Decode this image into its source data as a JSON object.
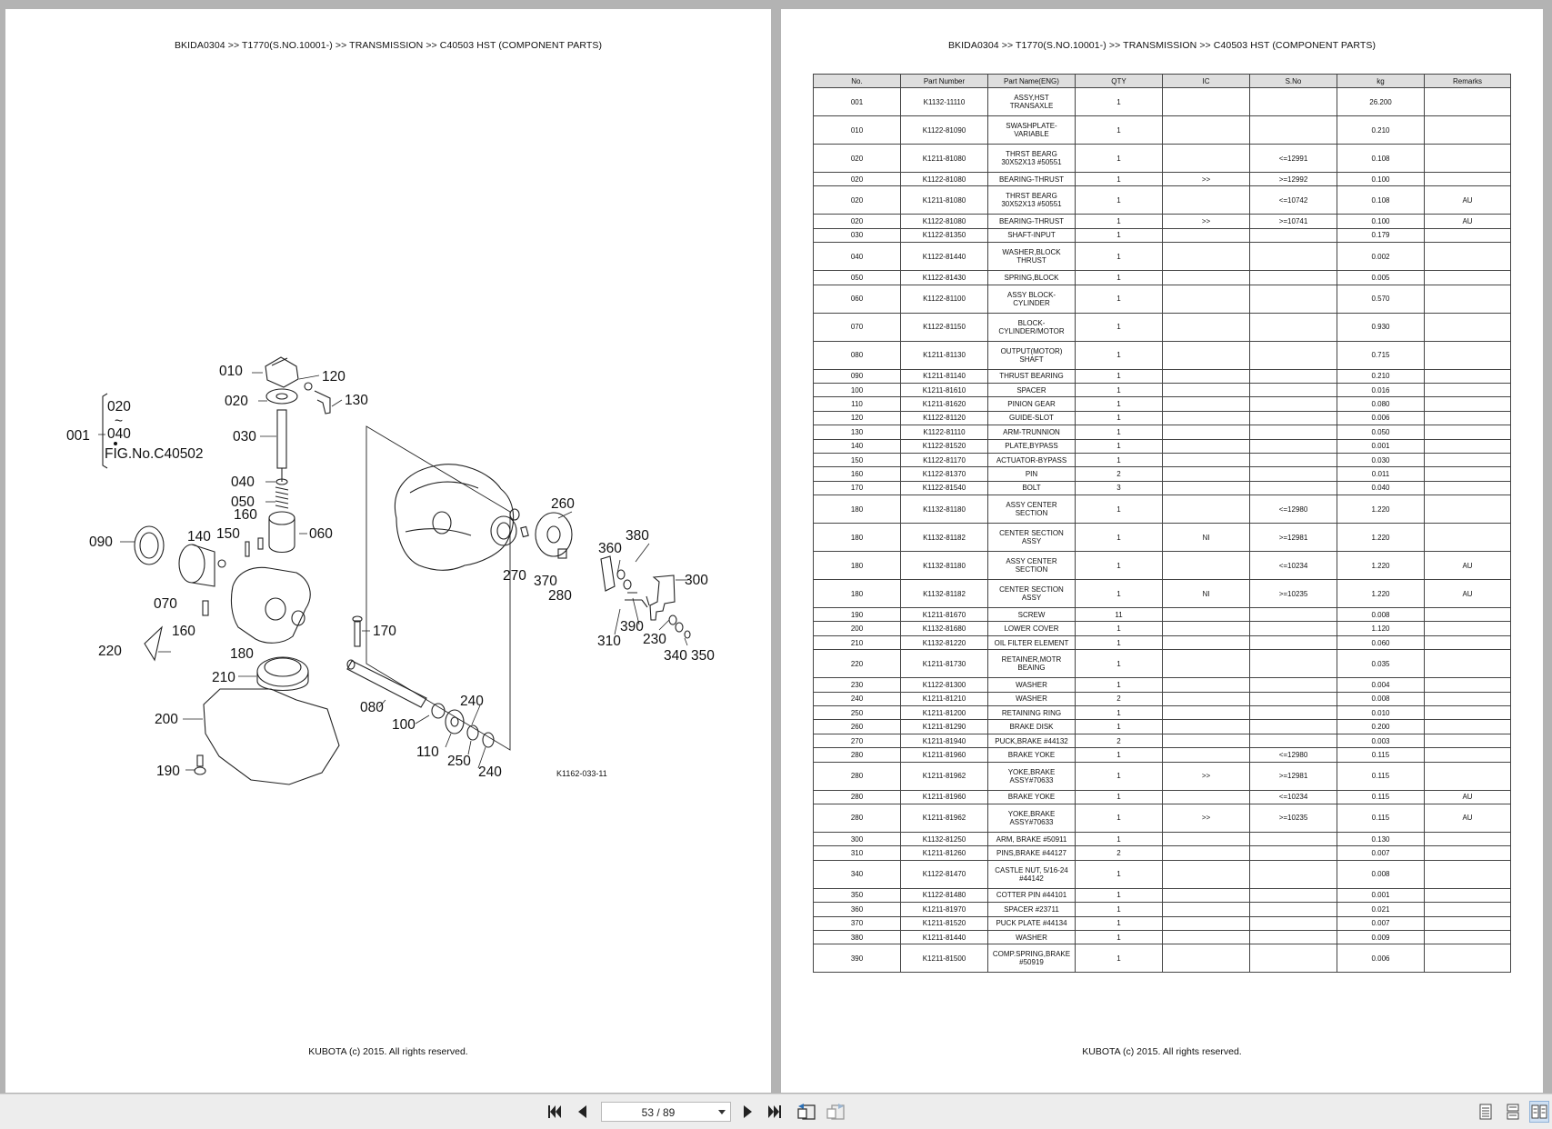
{
  "document": {
    "breadcrumb": "BKIDA0304 >> T1770(S.NO.10001-) >> TRANSMISSION >> C40503   HST (COMPONENT PARTS)",
    "footer": "KUBOTA (c) 2015. All rights reserved."
  },
  "diagram": {
    "group_top": "020",
    "group_tilde": "~",
    "group_bottom": "040",
    "group_ref": "001",
    "fig_ref": "FIG.No.C40502",
    "drawing_code": "K1162-033-11",
    "callouts": [
      "010",
      "120",
      "020",
      "130",
      "030",
      "040",
      "050",
      "160",
      "060",
      "090",
      "140",
      "150",
      "070",
      "160",
      "220",
      "180",
      "170",
      "210",
      "080",
      "200",
      "100",
      "240",
      "110",
      "250",
      "240",
      "190",
      "260",
      "380",
      "360",
      "300",
      "270",
      "370",
      "280",
      "390",
      "310",
      "230",
      "340",
      "350"
    ]
  },
  "table": {
    "columns": [
      "No.",
      "Part Number",
      "Part Name(ENG)",
      "QTY",
      "IC",
      "S.No",
      "kg",
      "Remarks"
    ],
    "rows": [
      [
        "001",
        "K1132-11110",
        "ASSY,HST\nTRANSAXLE",
        "1",
        "",
        "",
        "26.200",
        ""
      ],
      [
        "010",
        "K1122-81090",
        "SWASHPLATE-\nVARIABLE",
        "1",
        "",
        "",
        "0.210",
        ""
      ],
      [
        "020",
        "K1211-81080",
        "THRST BEARG\n30X52X13 #50551",
        "1",
        "",
        "<=12991",
        "0.108",
        ""
      ],
      [
        "020",
        "K1122-81080",
        "BEARING-THRUST",
        "1",
        ">>",
        ">=12992",
        "0.100",
        ""
      ],
      [
        "020",
        "K1211-81080",
        "THRST BEARG\n30X52X13 #50551",
        "1",
        "",
        "<=10742",
        "0.108",
        "AU"
      ],
      [
        "020",
        "K1122-81080",
        "BEARING-THRUST",
        "1",
        ">>",
        ">=10741",
        "0.100",
        "AU"
      ],
      [
        "030",
        "K1122-81350",
        "SHAFT-INPUT",
        "1",
        "",
        "",
        "0.179",
        ""
      ],
      [
        "040",
        "K1122-81440",
        "WASHER,BLOCK\nTHRUST",
        "1",
        "",
        "",
        "0.002",
        ""
      ],
      [
        "050",
        "K1122-81430",
        "SPRING,BLOCK",
        "1",
        "",
        "",
        "0.005",
        ""
      ],
      [
        "060",
        "K1122-81100",
        "ASSY BLOCK-\nCYLINDER",
        "1",
        "",
        "",
        "0.570",
        ""
      ],
      [
        "070",
        "K1122-81150",
        "BLOCK-\nCYLINDER/MOTOR",
        "1",
        "",
        "",
        "0.930",
        ""
      ],
      [
        "080",
        "K1211-81130",
        "OUTPUT(MOTOR)\nSHAFT",
        "1",
        "",
        "",
        "0.715",
        ""
      ],
      [
        "090",
        "K1211-81140",
        "THRUST BEARING",
        "1",
        "",
        "",
        "0.210",
        ""
      ],
      [
        "100",
        "K1211-81610",
        "SPACER",
        "1",
        "",
        "",
        "0.016",
        ""
      ],
      [
        "110",
        "K1211-81620",
        "PINION GEAR",
        "1",
        "",
        "",
        "0.080",
        ""
      ],
      [
        "120",
        "K1122-81120",
        "GUIDE-SLOT",
        "1",
        "",
        "",
        "0.006",
        ""
      ],
      [
        "130",
        "K1122-81110",
        "ARM-TRUNNION",
        "1",
        "",
        "",
        "0.050",
        ""
      ],
      [
        "140",
        "K1122-81520",
        "PLATE,BYPASS",
        "1",
        "",
        "",
        "0.001",
        ""
      ],
      [
        "150",
        "K1122-81170",
        "ACTUATOR-BYPASS",
        "1",
        "",
        "",
        "0.030",
        ""
      ],
      [
        "160",
        "K1122-81370",
        "PIN",
        "2",
        "",
        "",
        "0.011",
        ""
      ],
      [
        "170",
        "K1122-81540",
        "BOLT",
        "3",
        "",
        "",
        "0.040",
        ""
      ],
      [
        "180",
        "K1132-81180",
        "ASSY CENTER\nSECTION",
        "1",
        "",
        "<=12980",
        "1.220",
        ""
      ],
      [
        "180",
        "K1132-81182",
        "CENTER SECTION\nASSY",
        "1",
        "NI",
        ">=12981",
        "1.220",
        ""
      ],
      [
        "180",
        "K1132-81180",
        "ASSY CENTER\nSECTION",
        "1",
        "",
        "<=10234",
        "1.220",
        "AU"
      ],
      [
        "180",
        "K1132-81182",
        "CENTER SECTION\nASSY",
        "1",
        "NI",
        ">=10235",
        "1.220",
        "AU"
      ],
      [
        "190",
        "K1211-81670",
        "SCREW",
        "11",
        "",
        "",
        "0.008",
        ""
      ],
      [
        "200",
        "K1132-81680",
        "LOWER COVER",
        "1",
        "",
        "",
        "1.120",
        ""
      ],
      [
        "210",
        "K1132-81220",
        "OIL FILTER ELEMENT",
        "1",
        "",
        "",
        "0.060",
        ""
      ],
      [
        "220",
        "K1211-81730",
        "RETAINER,MOTR\nBEAING",
        "1",
        "",
        "",
        "0.035",
        ""
      ],
      [
        "230",
        "K1122-81300",
        "WASHER",
        "1",
        "",
        "",
        "0.004",
        ""
      ],
      [
        "240",
        "K1211-81210",
        "WASHER",
        "2",
        "",
        "",
        "0.008",
        ""
      ],
      [
        "250",
        "K1211-81200",
        "RETAINING RING",
        "1",
        "",
        "",
        "0.010",
        ""
      ],
      [
        "260",
        "K1211-81290",
        "BRAKE DISK",
        "1",
        "",
        "",
        "0.200",
        ""
      ],
      [
        "270",
        "K1211-81940",
        "PUCK,BRAKE #44132",
        "2",
        "",
        "",
        "0.003",
        ""
      ],
      [
        "280",
        "K1211-81960",
        "BRAKE YOKE",
        "1",
        "",
        "<=12980",
        "0.115",
        ""
      ],
      [
        "280",
        "K1211-81962",
        "YOKE,BRAKE\nASSY#70633",
        "1",
        ">>",
        ">=12981",
        "0.115",
        ""
      ],
      [
        "280",
        "K1211-81960",
        "BRAKE YOKE",
        "1",
        "",
        "<=10234",
        "0.115",
        "AU"
      ],
      [
        "280",
        "K1211-81962",
        "YOKE,BRAKE\nASSY#70633",
        "1",
        ">>",
        ">=10235",
        "0.115",
        "AU"
      ],
      [
        "300",
        "K1132-81250",
        "ARM, BRAKE #50911",
        "1",
        "",
        "",
        "0.130",
        ""
      ],
      [
        "310",
        "K1211-81260",
        "PINS,BRAKE #44127",
        "2",
        "",
        "",
        "0.007",
        ""
      ],
      [
        "340",
        "K1122-81470",
        "CASTLE NUT, 5/16-24\n#44142",
        "1",
        "",
        "",
        "0.008",
        ""
      ],
      [
        "350",
        "K1122-81480",
        "COTTER PIN #44101",
        "1",
        "",
        "",
        "0.001",
        ""
      ],
      [
        "360",
        "K1211-81970",
        "SPACER #23711",
        "1",
        "",
        "",
        "0.021",
        ""
      ],
      [
        "370",
        "K1211-81520",
        "PUCK PLATE #44134",
        "1",
        "",
        "",
        "0.007",
        ""
      ],
      [
        "380",
        "K1211-81440",
        "WASHER",
        "1",
        "",
        "",
        "0.009",
        ""
      ],
      [
        "390",
        "K1211-81500",
        "COMP.SPRING,BRAKE\n#50919",
        "1",
        "",
        "",
        "0.006",
        ""
      ]
    ]
  },
  "viewer": {
    "page_indicator": "53 / 89",
    "buttons": [
      {
        "name": "first-page-button",
        "icon": "first-page-icon"
      },
      {
        "name": "prev-page-button",
        "icon": "prev-page-icon"
      },
      {
        "name": "next-page-button",
        "icon": "next-page-icon"
      },
      {
        "name": "last-page-button",
        "icon": "last-page-icon"
      },
      {
        "name": "go-back-button",
        "icon": "go-back-icon"
      },
      {
        "name": "go-forward-button",
        "icon": "go-forward-icon"
      },
      {
        "name": "single-page-view-button",
        "icon": "single-page-icon"
      },
      {
        "name": "continuous-view-button",
        "icon": "continuous-page-icon"
      },
      {
        "name": "two-page-view-button",
        "icon": "two-page-icon"
      }
    ]
  }
}
